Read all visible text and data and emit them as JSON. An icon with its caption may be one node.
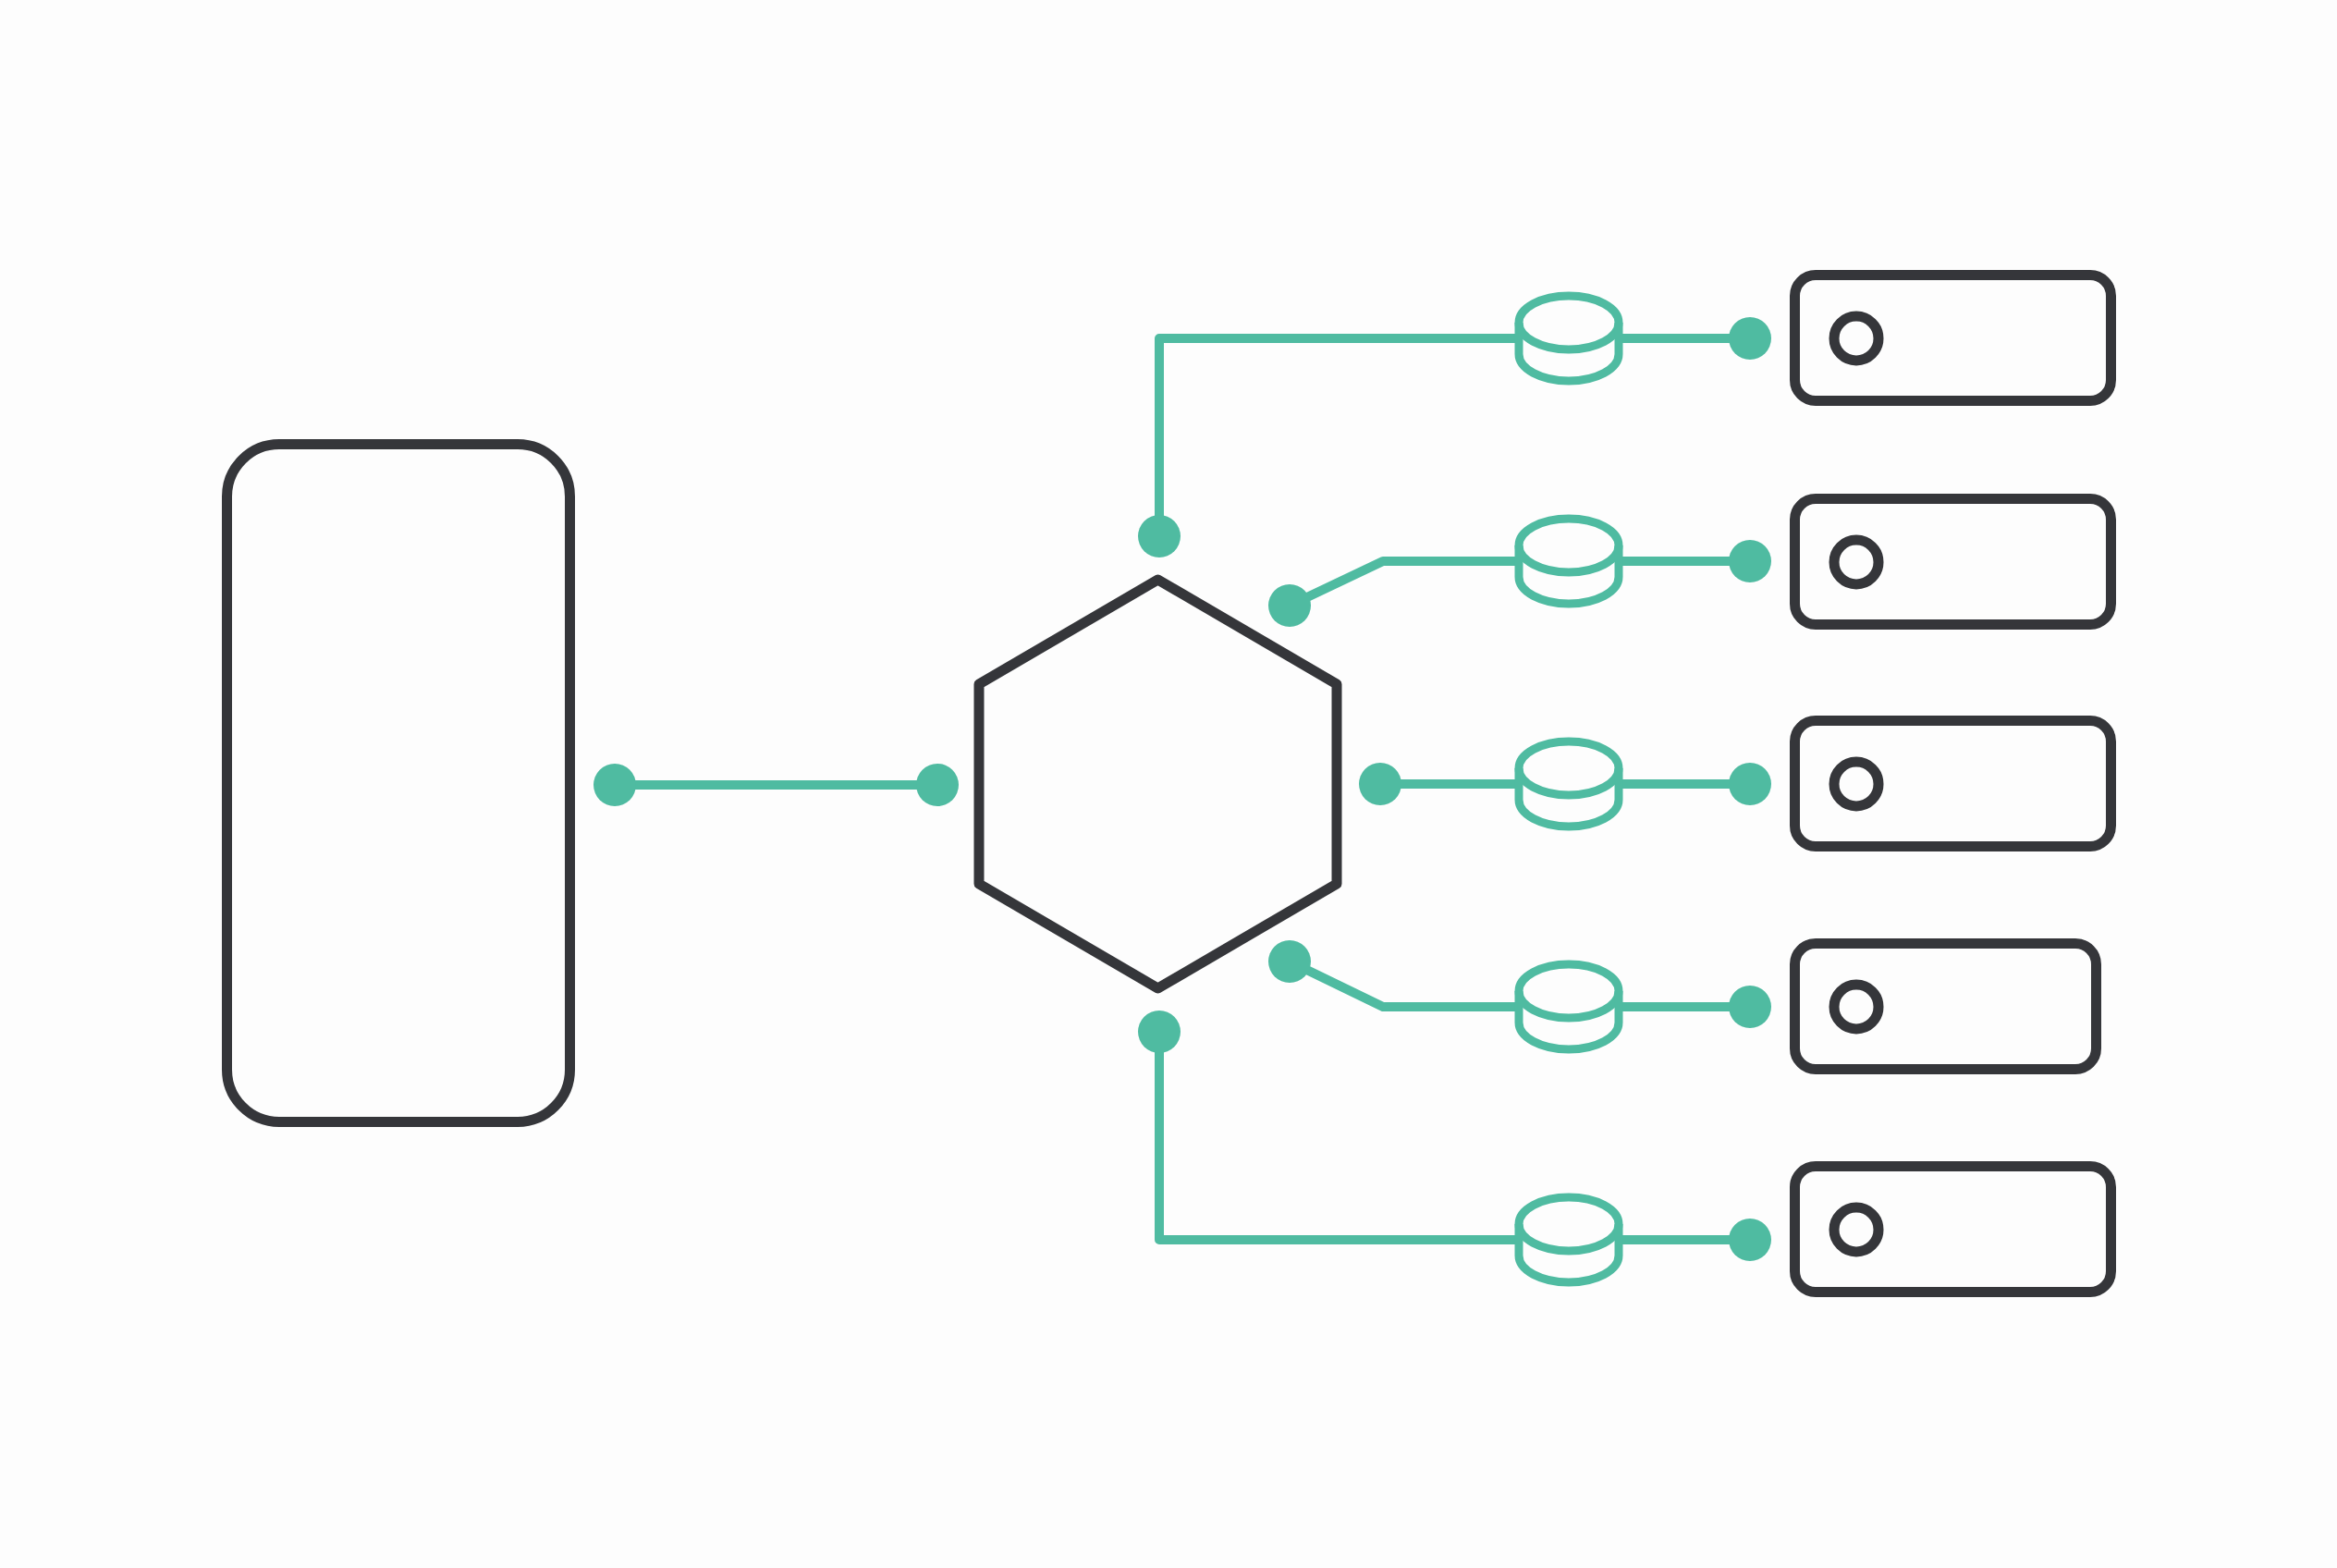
{
  "diagram": {
    "nodes": [
      {
        "text": [],
        "shape": "box"
      },
      {
        "text": [],
        "shape": "hexagon"
      },
      {
        "text": [],
        "shape": "cylinder"
      },
      {
        "text": [],
        "shape": "box"
      },
      {
        "text": [],
        "shape": "cylinder"
      },
      {
        "text": [],
        "shape": "box"
      },
      {
        "text": [],
        "shape": "cylinder"
      },
      {
        "text": [],
        "shape": "box"
      },
      {
        "text": [],
        "shape": "cylinder"
      },
      {
        "text": [],
        "shape": "box"
      },
      {
        "text": [],
        "shape": "cylinder"
      },
      {
        "text": [],
        "shape": "box"
      }
    ],
    "edges": [
      {
        "from": 0,
        "to": 1,
        "arrow": "other"
      },
      {
        "from": 1,
        "to": 2,
        "arrow": "other"
      },
      {
        "from": 2,
        "to": 3,
        "arrow": "other"
      },
      {
        "from": 1,
        "to": 4,
        "arrow": "other"
      },
      {
        "from": 4,
        "to": 5,
        "arrow": "other"
      },
      {
        "from": 1,
        "to": 6,
        "arrow": "other"
      },
      {
        "from": 6,
        "to": 7,
        "arrow": "other"
      },
      {
        "from": 1,
        "to": 8,
        "arrow": "other"
      },
      {
        "from": 8,
        "to": 9,
        "arrow": "other"
      },
      {
        "from": 1,
        "to": 10,
        "arrow": "other"
      },
      {
        "from": 10,
        "to": 11,
        "arrow": "other"
      }
    ]
  }
}
